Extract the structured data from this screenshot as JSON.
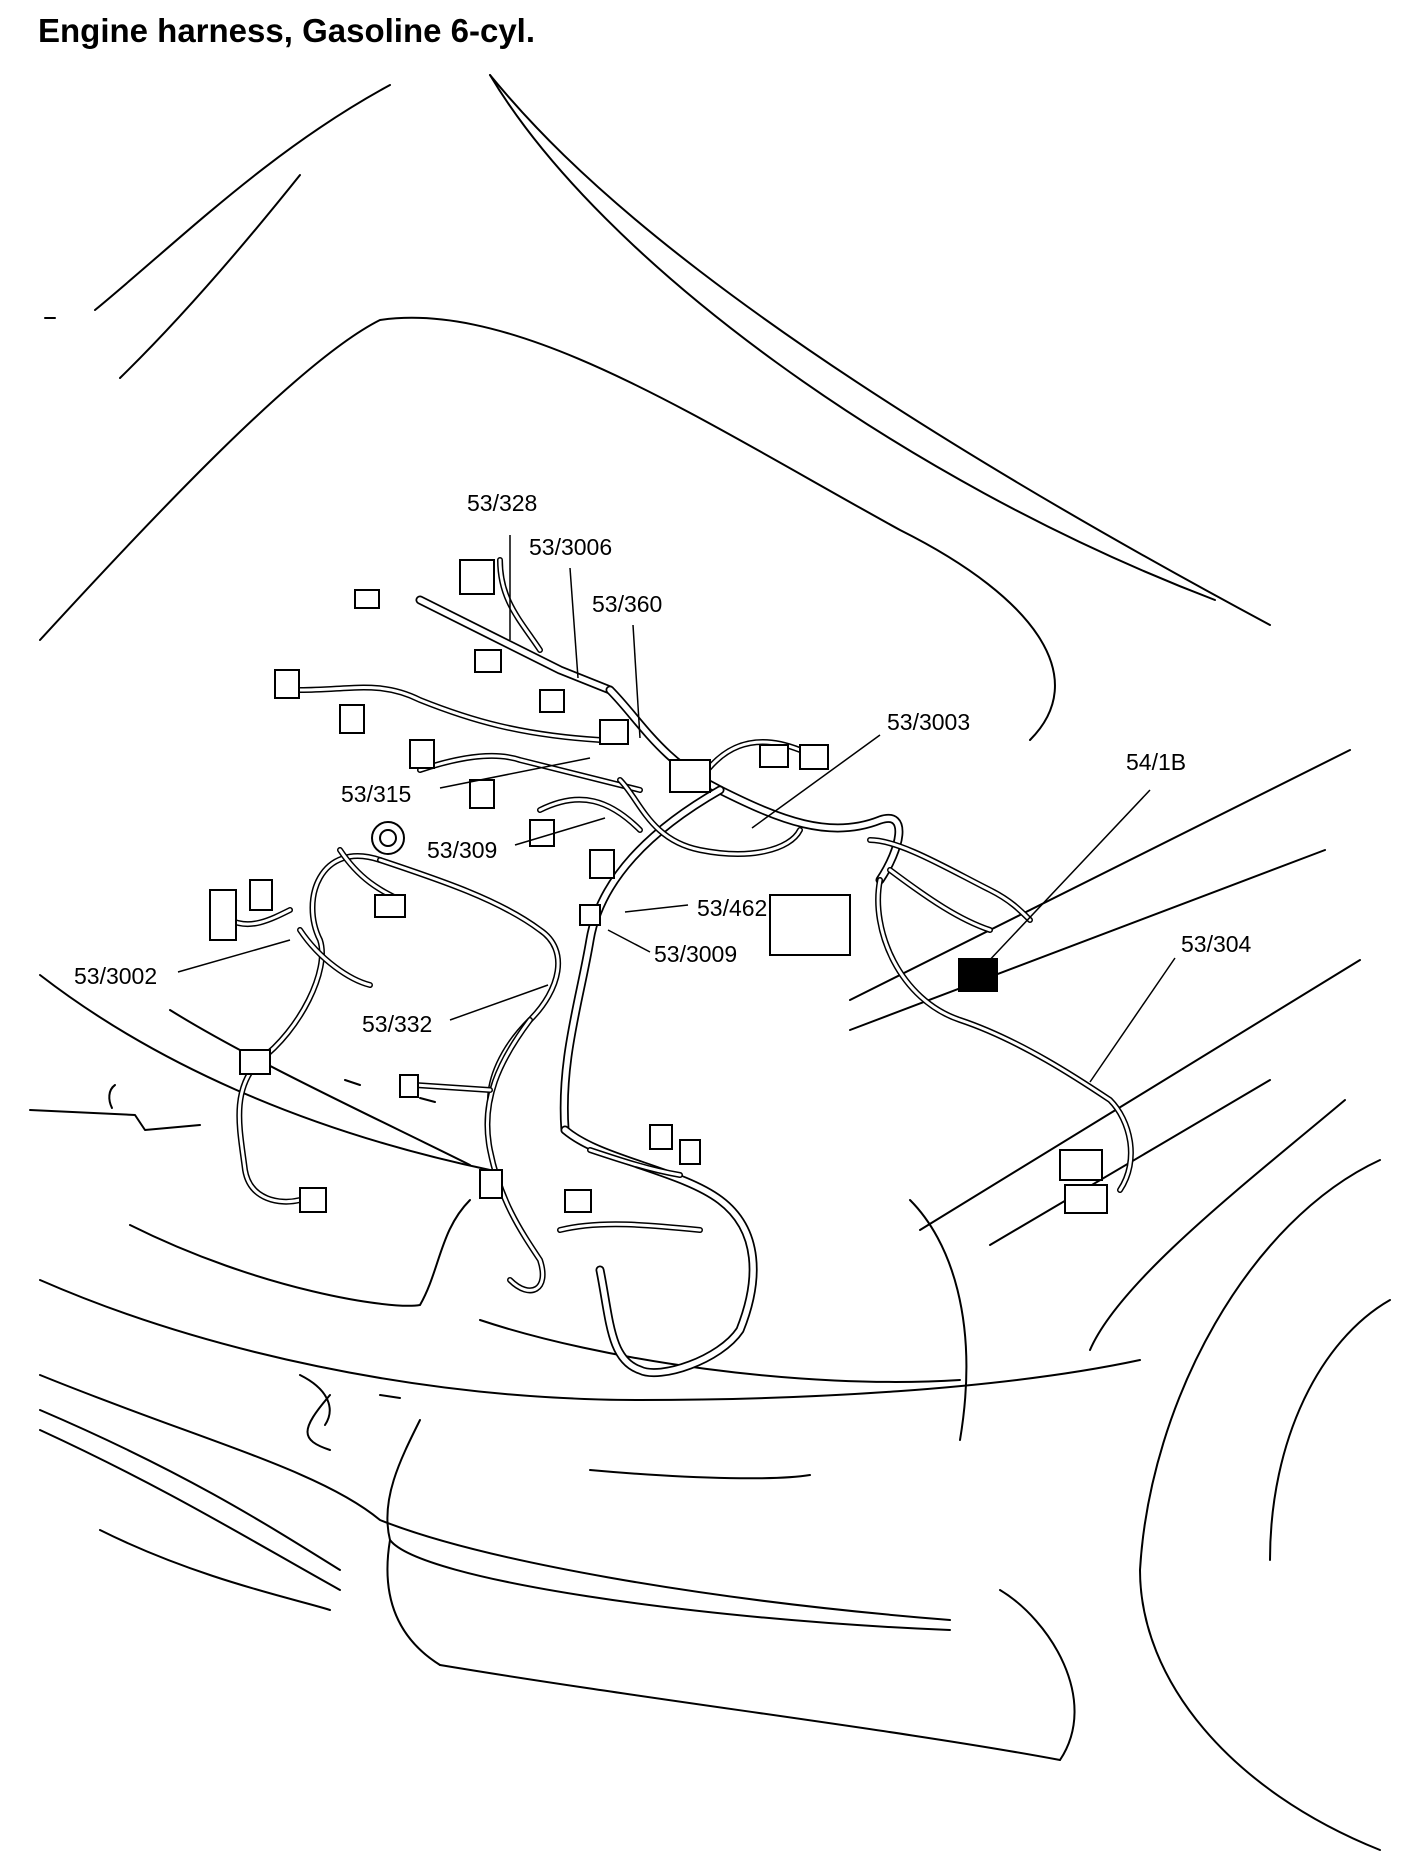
{
  "title": "Engine harness, Gasoline 6-cyl.",
  "colors": {
    "line": "#000000",
    "background": "#ffffff",
    "ground_point": "#000000"
  },
  "labels": [
    {
      "id": "53-328",
      "text": "53/328"
    },
    {
      "id": "53-3006",
      "text": "53/3006"
    },
    {
      "id": "53-360",
      "text": "53/360"
    },
    {
      "id": "53-3003",
      "text": "53/3003"
    },
    {
      "id": "54-1b",
      "text": "54/1B"
    },
    {
      "id": "53-315",
      "text": "53/315"
    },
    {
      "id": "53-309",
      "text": "53/309"
    },
    {
      "id": "53-462",
      "text": "53/462"
    },
    {
      "id": "53-3009",
      "text": "53/3009"
    },
    {
      "id": "53-3002",
      "text": "53/3002"
    },
    {
      "id": "53-332",
      "text": "53/332"
    },
    {
      "id": "53-304",
      "text": "53/304"
    }
  ]
}
